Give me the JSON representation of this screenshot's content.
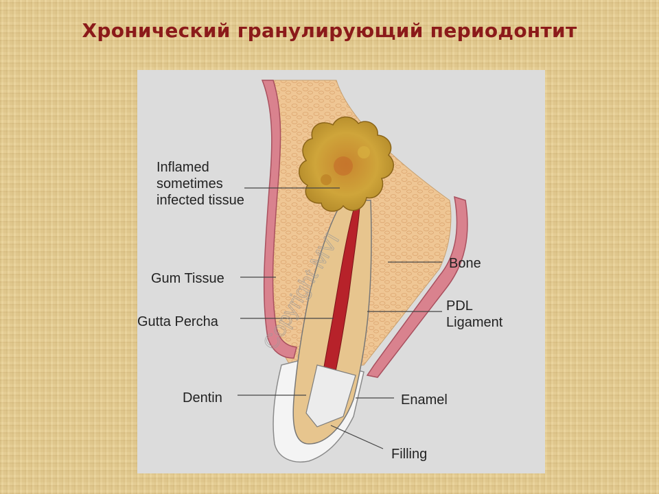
{
  "title": "Хронический гранулирующий периодонтит",
  "diagram": {
    "labels": {
      "inflamed": "Inflamed\nsometimes\ninfected tissue",
      "gum": "Gum Tissue",
      "gutta": "Gutta Percha",
      "dentin": "Dentin",
      "bone": "Bone",
      "pdl": "PDL\nLigament",
      "enamel": "Enamel",
      "filling": "Filling"
    },
    "watermark": "Copyright MVI"
  },
  "colors": {
    "title": "#8b1a1a",
    "bone": "#efc694",
    "gum": "#d9828e",
    "dentin": "#e7c58e",
    "pulp": "#b7222a",
    "lesion": "#c9a036",
    "enamel": "#f4f4f4"
  }
}
